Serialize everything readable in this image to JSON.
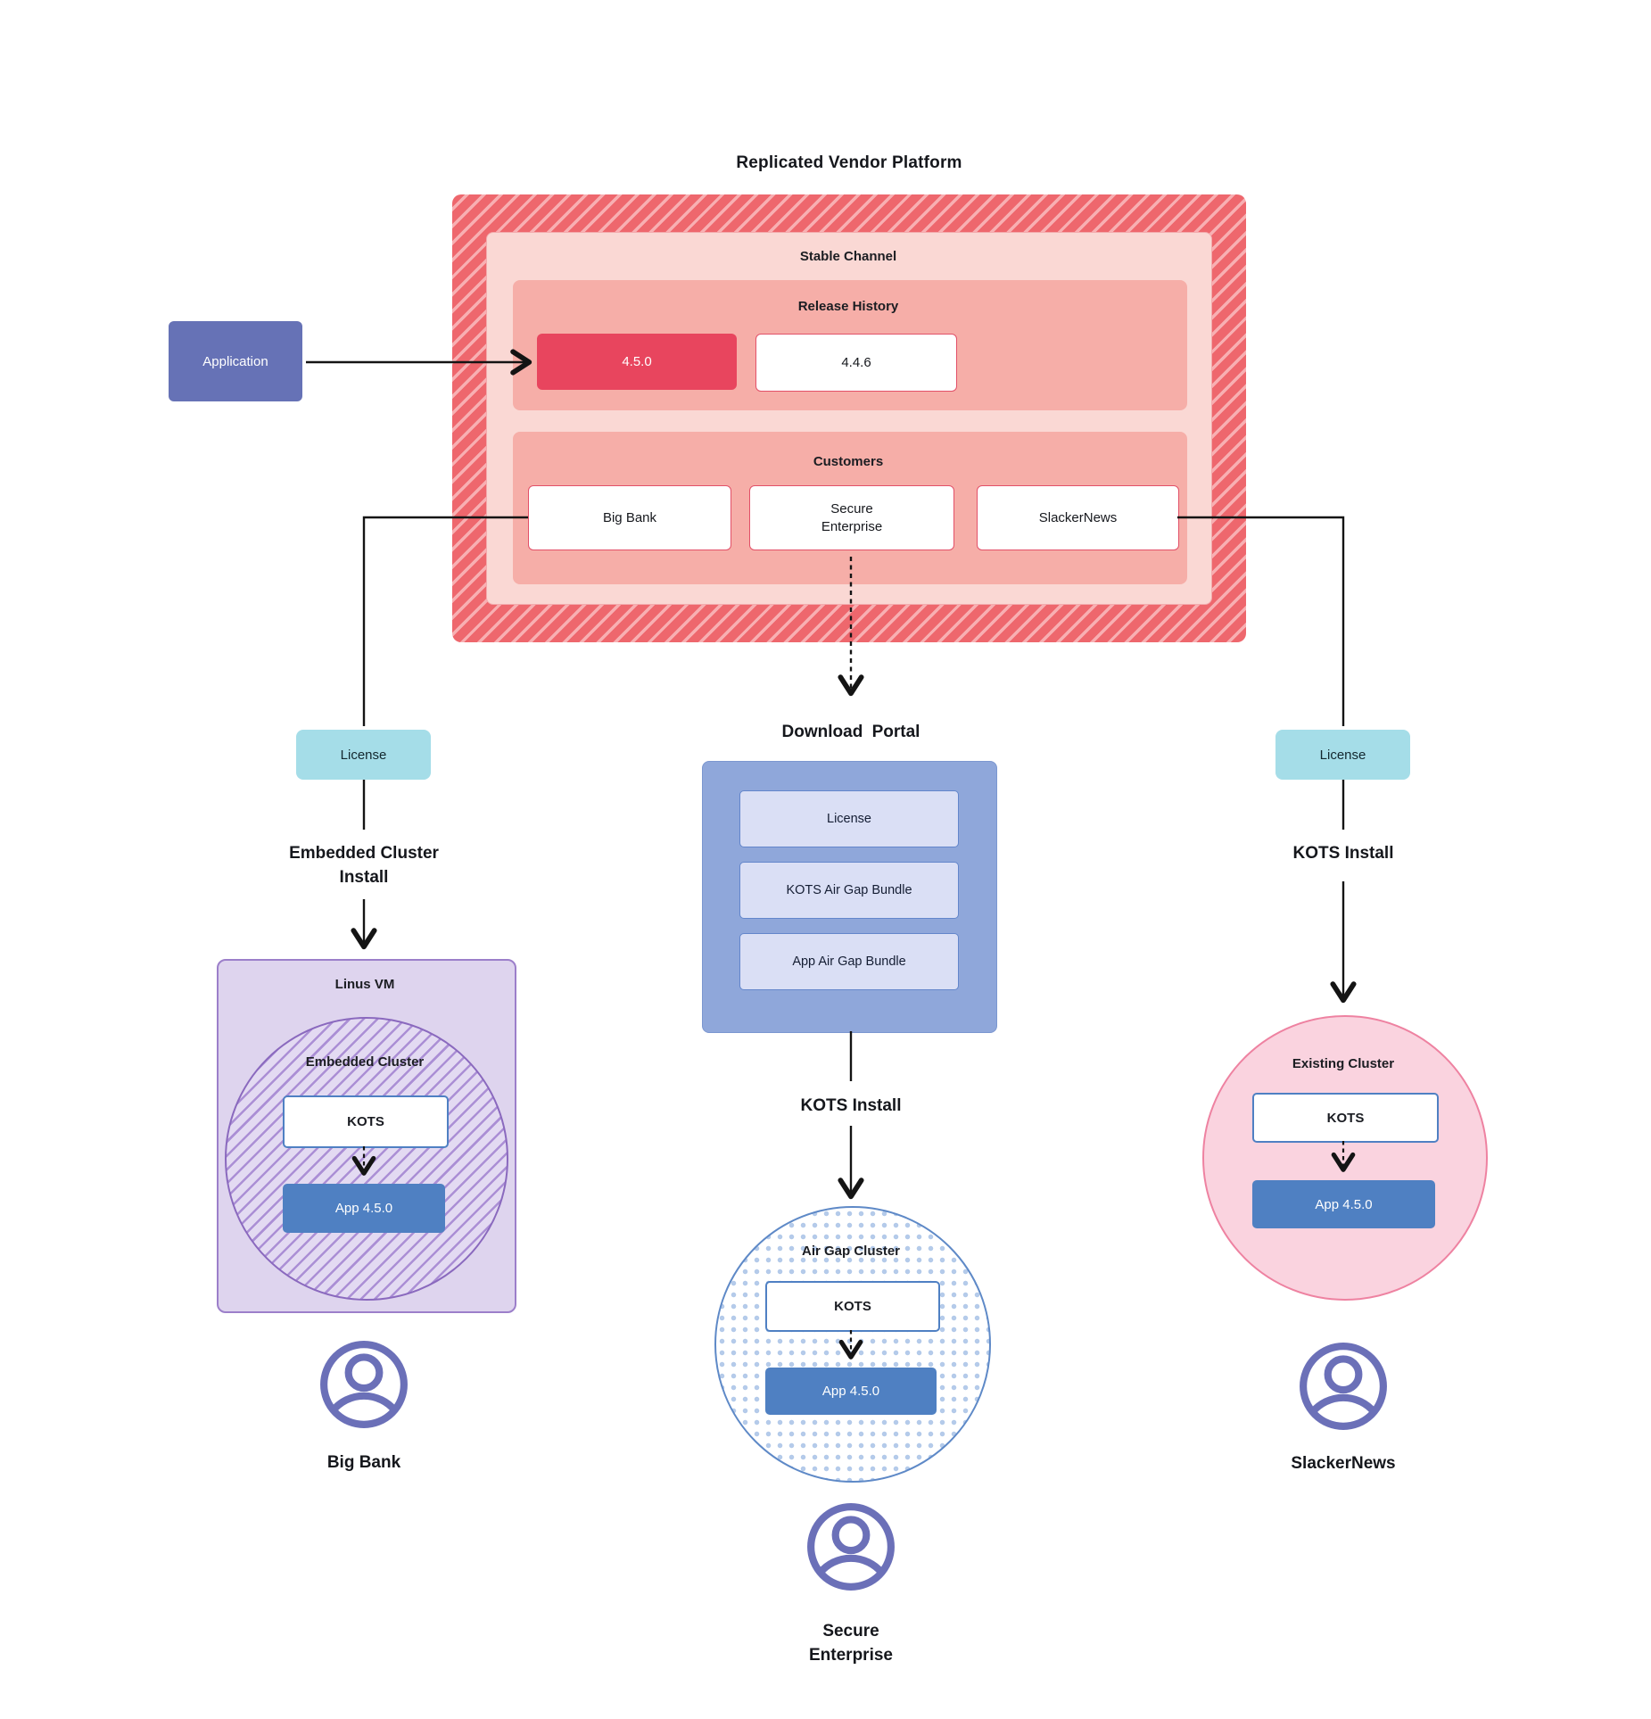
{
  "title": "Replicated Vendor Platform",
  "platform": {
    "channel": "Stable Channel",
    "release_history": {
      "label": "Release History",
      "releases": [
        {
          "version": "4.5.0",
          "highlight": true
        },
        {
          "version": "4.4.6",
          "highlight": false
        }
      ]
    },
    "customers": {
      "label": "Customers",
      "items": [
        "Big Bank",
        "Secure Enterprise",
        "SlackerNews"
      ]
    }
  },
  "application": {
    "label": "Application"
  },
  "branches": {
    "left": {
      "license": "License",
      "install": "Embedded Cluster Install",
      "vm": "Linus VM",
      "cluster": "Embedded Cluster",
      "kots": "KOTS",
      "app": "App 4.5.0",
      "customer": "Big Bank"
    },
    "middle": {
      "portal": {
        "label": "Download Portal",
        "items": [
          "License",
          "KOTS Air Gap Bundle",
          "App Air Gap Bundle"
        ]
      },
      "install": "KOTS Install",
      "cluster": "Air Gap Cluster",
      "kots": "KOTS",
      "app": "App 4.5.0",
      "customer": "Secure Enterprise"
    },
    "right": {
      "license": "License",
      "install": "KOTS Install",
      "cluster": "Existing Cluster",
      "kots": "KOTS",
      "app": "App 4.5.0",
      "customer": "SlackerNews"
    }
  },
  "colors": {
    "hatch_red": "#ee676d",
    "hatch_red_light": "#f8afb2",
    "stable_pink": "#fad8d4",
    "panel_pink": "#f6aea8",
    "release_current": "#e8455e",
    "red_border": "#e25068",
    "application_indigo": "#6672b6",
    "license_cyan": "#a5dde8",
    "portal_blue": "#8fa7da",
    "portal_item": "#dadff5",
    "vm_purple": "#ded4ee",
    "vm_border": "#9c7fca",
    "kots_border": "#4f80c3",
    "app_blue": "#4f80c2",
    "airgap_border": "#5e89c7",
    "existing_pink": "#fad3df",
    "existing_border": "#ee82a1",
    "user_icon": "#6b70b8",
    "line": "#141414"
  }
}
